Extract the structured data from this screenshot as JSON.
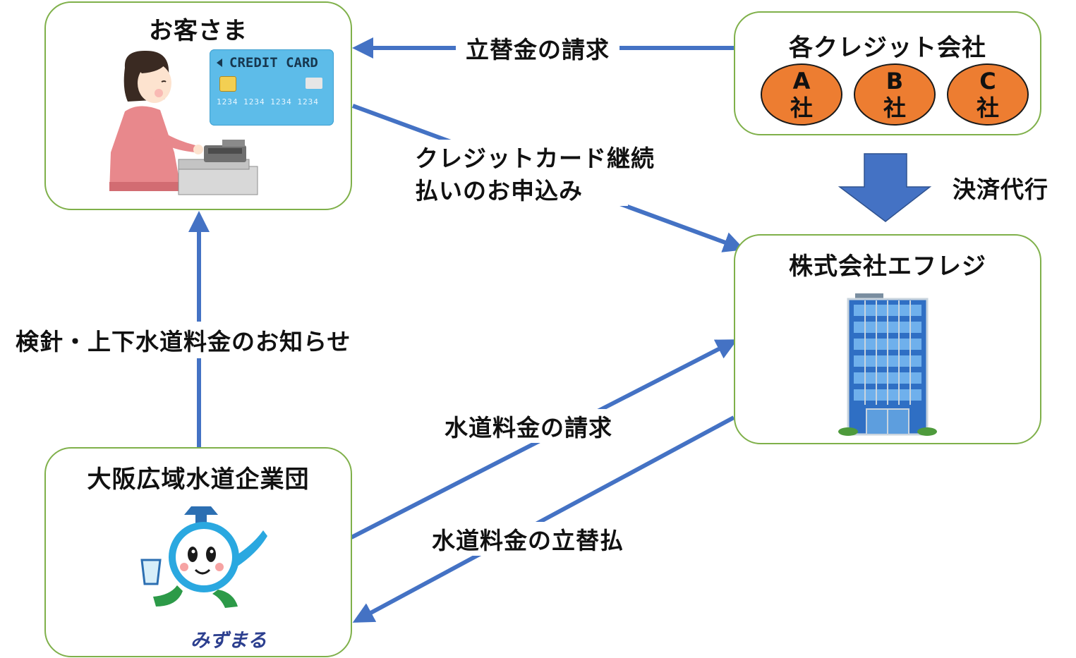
{
  "nodes": {
    "customer": {
      "title": "お客さま"
    },
    "credit_companies": {
      "title": "各クレジット会社",
      "companies": [
        {
          "letter": "A",
          "suffix": "社"
        },
        {
          "letter": "B",
          "suffix": "社"
        },
        {
          "letter": "C",
          "suffix": "社"
        }
      ]
    },
    "eflage": {
      "title": "株式会社エフレジ"
    },
    "water_utility": {
      "title": "大阪広域水道企業団"
    }
  },
  "card": {
    "label": "CREDIT CARD",
    "numbers": "1234 1234 1234 1234"
  },
  "mascot": {
    "name": "みずまる"
  },
  "edges": {
    "billing_advance": "立替金の請求",
    "credit_application_line1": "クレジットカード継続",
    "credit_application_line2": "払いのお申込み",
    "settlement_agency": "決済代行",
    "meter_notice": "検針・上下水道料金のお知らせ",
    "water_bill_request": "水道料金の請求",
    "water_bill_payment": "水道料金の立替払"
  },
  "colors": {
    "arrow": "#4472c4",
    "node_border": "#7fb04a",
    "company_oval": "#ed7d31"
  }
}
